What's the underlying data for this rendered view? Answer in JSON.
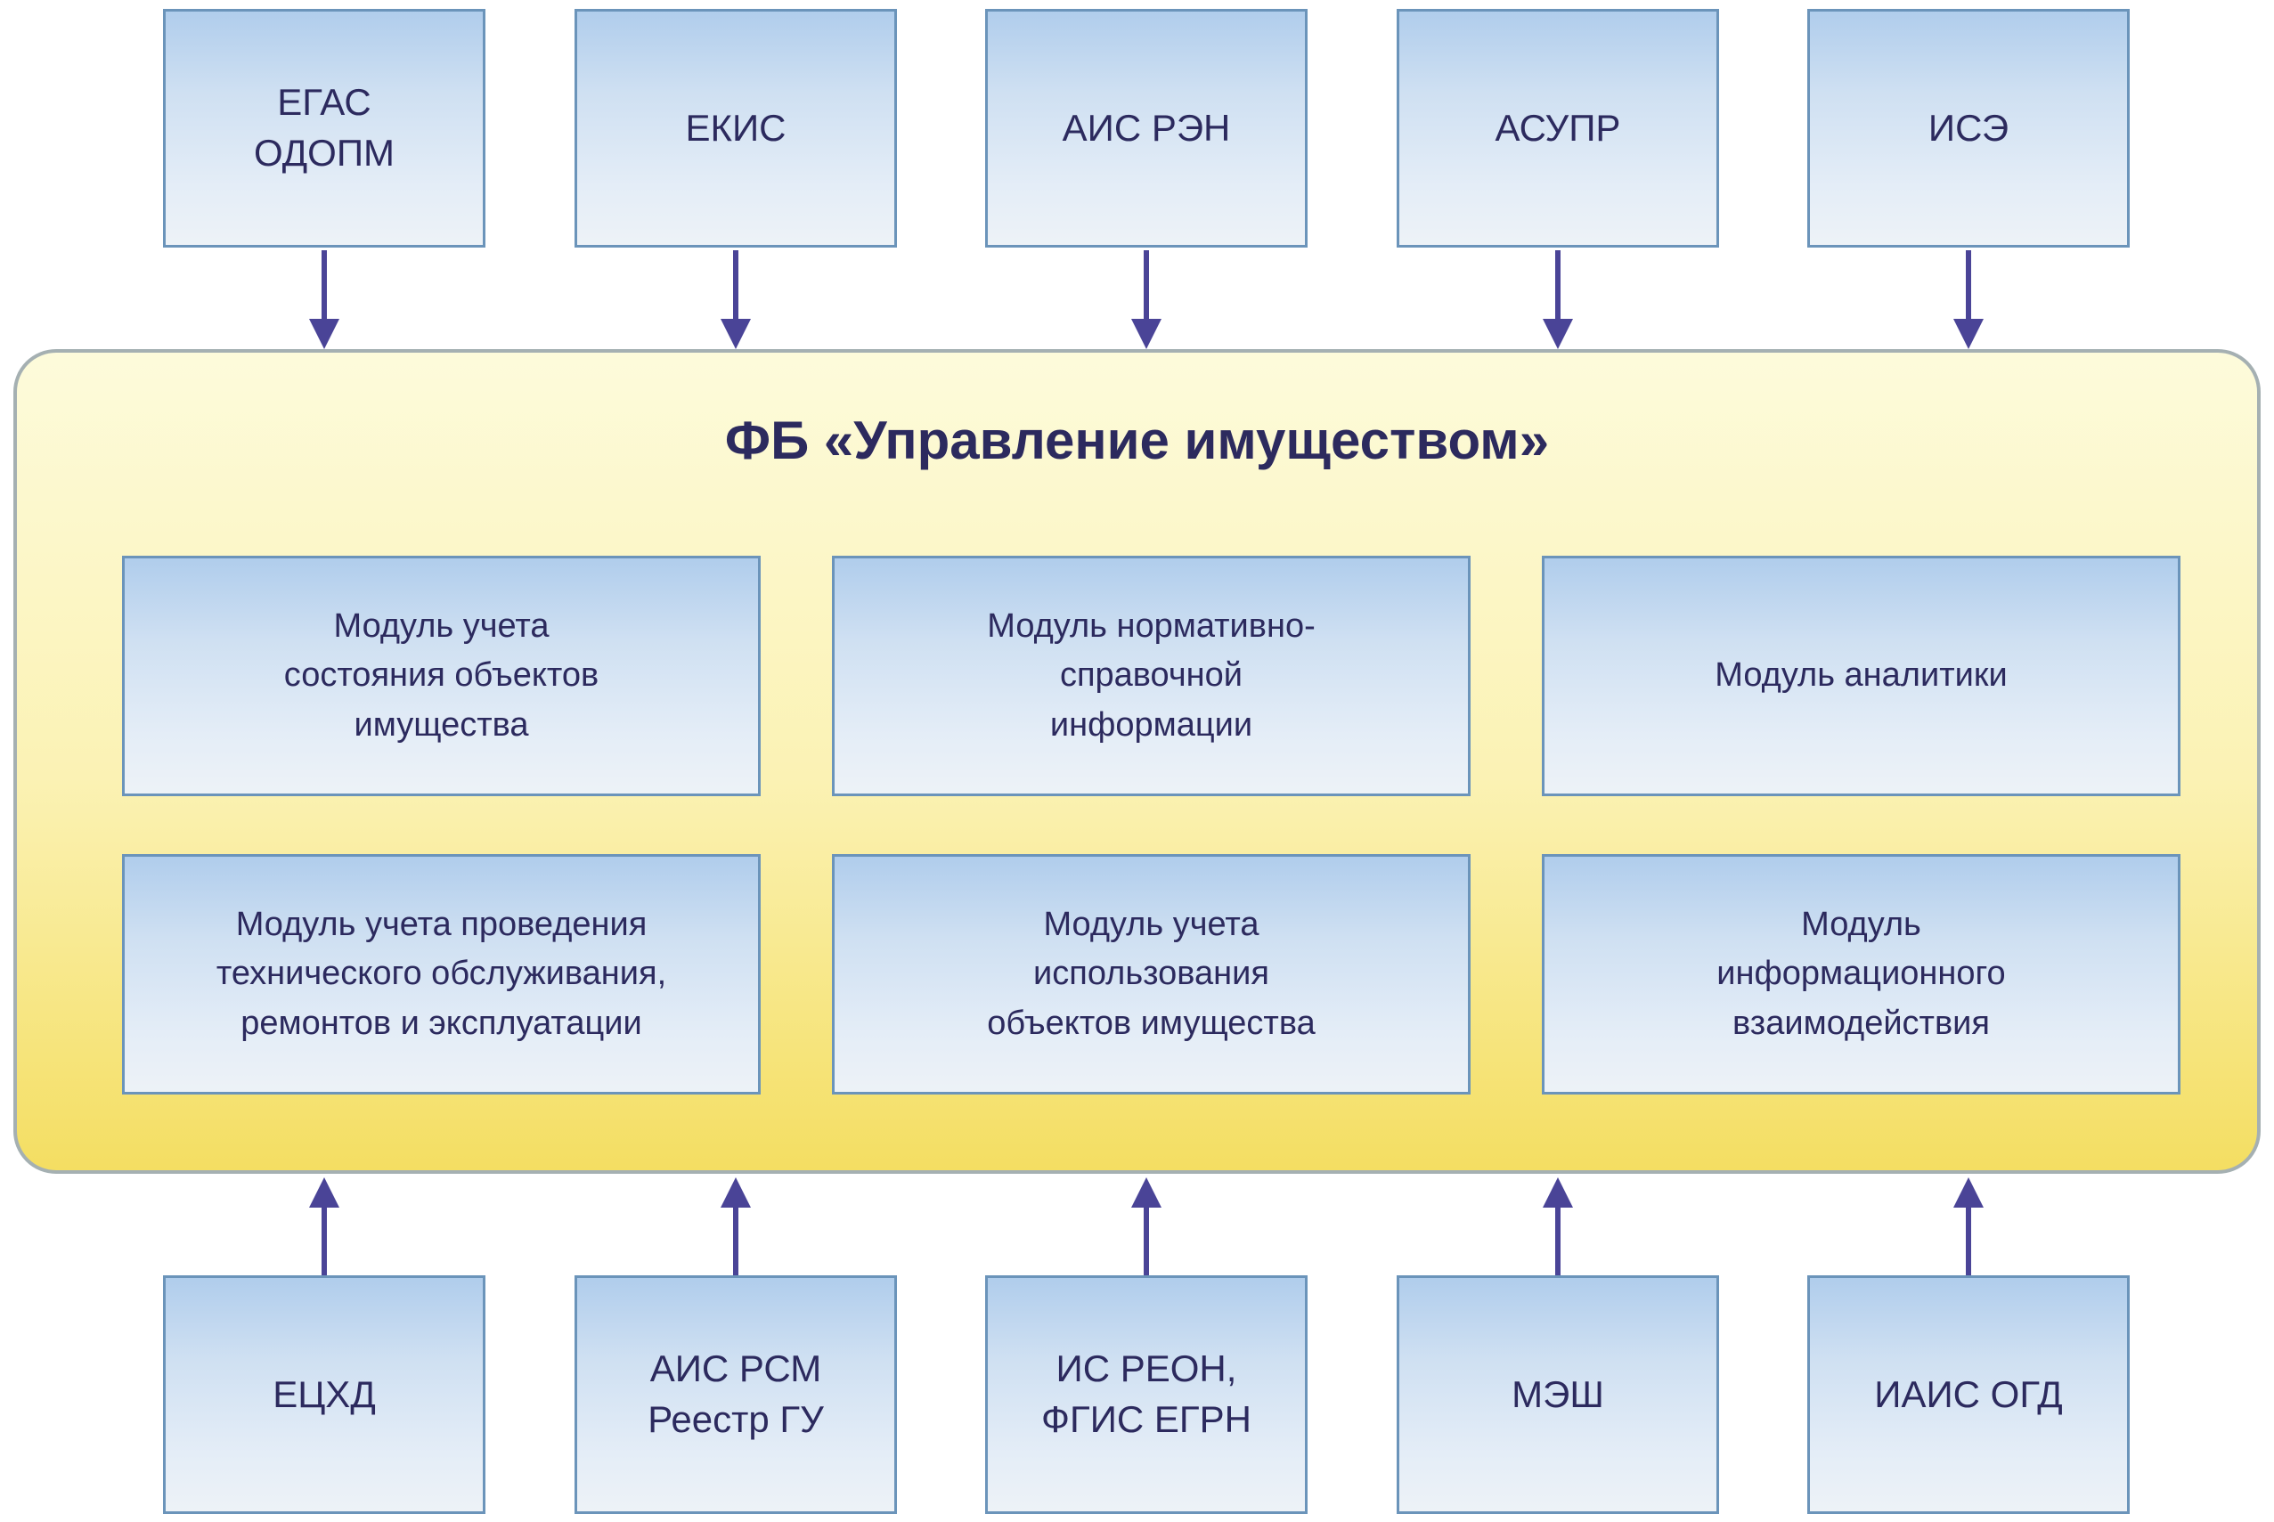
{
  "diagram": {
    "title": "ФБ «Управление имуществом»",
    "top_systems": [
      {
        "label": "ЕГАС\nОДОПМ"
      },
      {
        "label": "ЕКИС"
      },
      {
        "label": "АИС РЭН"
      },
      {
        "label": "АСУПР"
      },
      {
        "label": "ИСЭ"
      }
    ],
    "modules": [
      {
        "label": "Модуль учета\nсостояния объектов\nимущества"
      },
      {
        "label": "Модуль нормативно-\nсправочной\nинформации"
      },
      {
        "label": "Модуль аналитики"
      },
      {
        "label": "Модуль учета проведения\nтехнического обслуживания,\nремонтов и эксплуатации"
      },
      {
        "label": "Модуль учета\nиспользования\nобъектов имущества"
      },
      {
        "label": "Модуль\nинформационного\nвзаимодействия"
      }
    ],
    "bottom_systems": [
      {
        "label": "ЕЦХД"
      },
      {
        "label": "АИС РСМ\nРеестр ГУ"
      },
      {
        "label": "ИС РЕОН,\nФГИС ЕГРН"
      },
      {
        "label": "МЭШ"
      },
      {
        "label": "ИАИС ОГД"
      }
    ],
    "colors": {
      "arrow": "#4a4497",
      "text": "#2c2a5e",
      "box_border": "#6b94ba",
      "box_top": "#b0cdec",
      "box_bottom": "#edf2f7",
      "container_border": "#a5b0b2",
      "container_top": "#fdfbdb",
      "container_bottom": "#f4de62"
    }
  }
}
